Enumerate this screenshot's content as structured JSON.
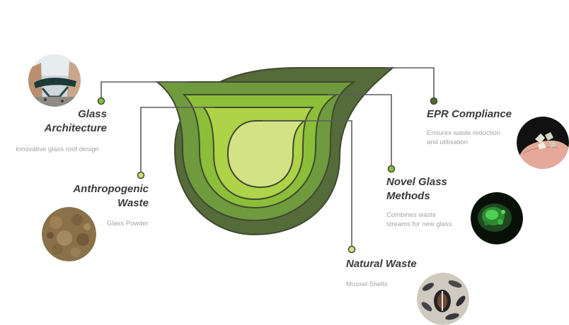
{
  "palette": {
    "darkest": "#556b3a",
    "dark": "#6f9a3e",
    "mid": "#8cbe3a",
    "light": "#aed248",
    "lightest": "#d3e285",
    "line": "#5d5d5d",
    "outline": "#3f4a30"
  },
  "items": [
    {
      "title": "Glass Architecture",
      "title_lines": [
        "Glass",
        "Architecture"
      ],
      "description": "Innovative glass roof design",
      "photo_icon": "glass-roof-photo"
    },
    {
      "title": "Anthropogenic Waste",
      "title_lines": [
        "Anthropogenic",
        "Waste"
      ],
      "description": "Glass Powder",
      "photo_icon": "soil-powder-photo"
    },
    {
      "title": "EPR Compliance",
      "title_lines": [
        "EPR Compliance"
      ],
      "description": "Ensures waste reduction and utilisation",
      "description_lines": [
        "Ensures waste reduction",
        "and utilisation"
      ],
      "photo_icon": "glass-shards-in-hand-photo"
    },
    {
      "title": "Novel Glass Methods",
      "title_lines": [
        "Novel Glass",
        "Methods"
      ],
      "description": "Combines waste streams for new glass",
      "description_lines": [
        "Combines waste",
        "streams for new glass"
      ],
      "photo_icon": "green-glass-photo"
    },
    {
      "title": "Natural Waste",
      "title_lines": [
        "Natural Waste"
      ],
      "description": "Mussel Shells",
      "photo_icon": "mussel-shells-photo"
    }
  ]
}
